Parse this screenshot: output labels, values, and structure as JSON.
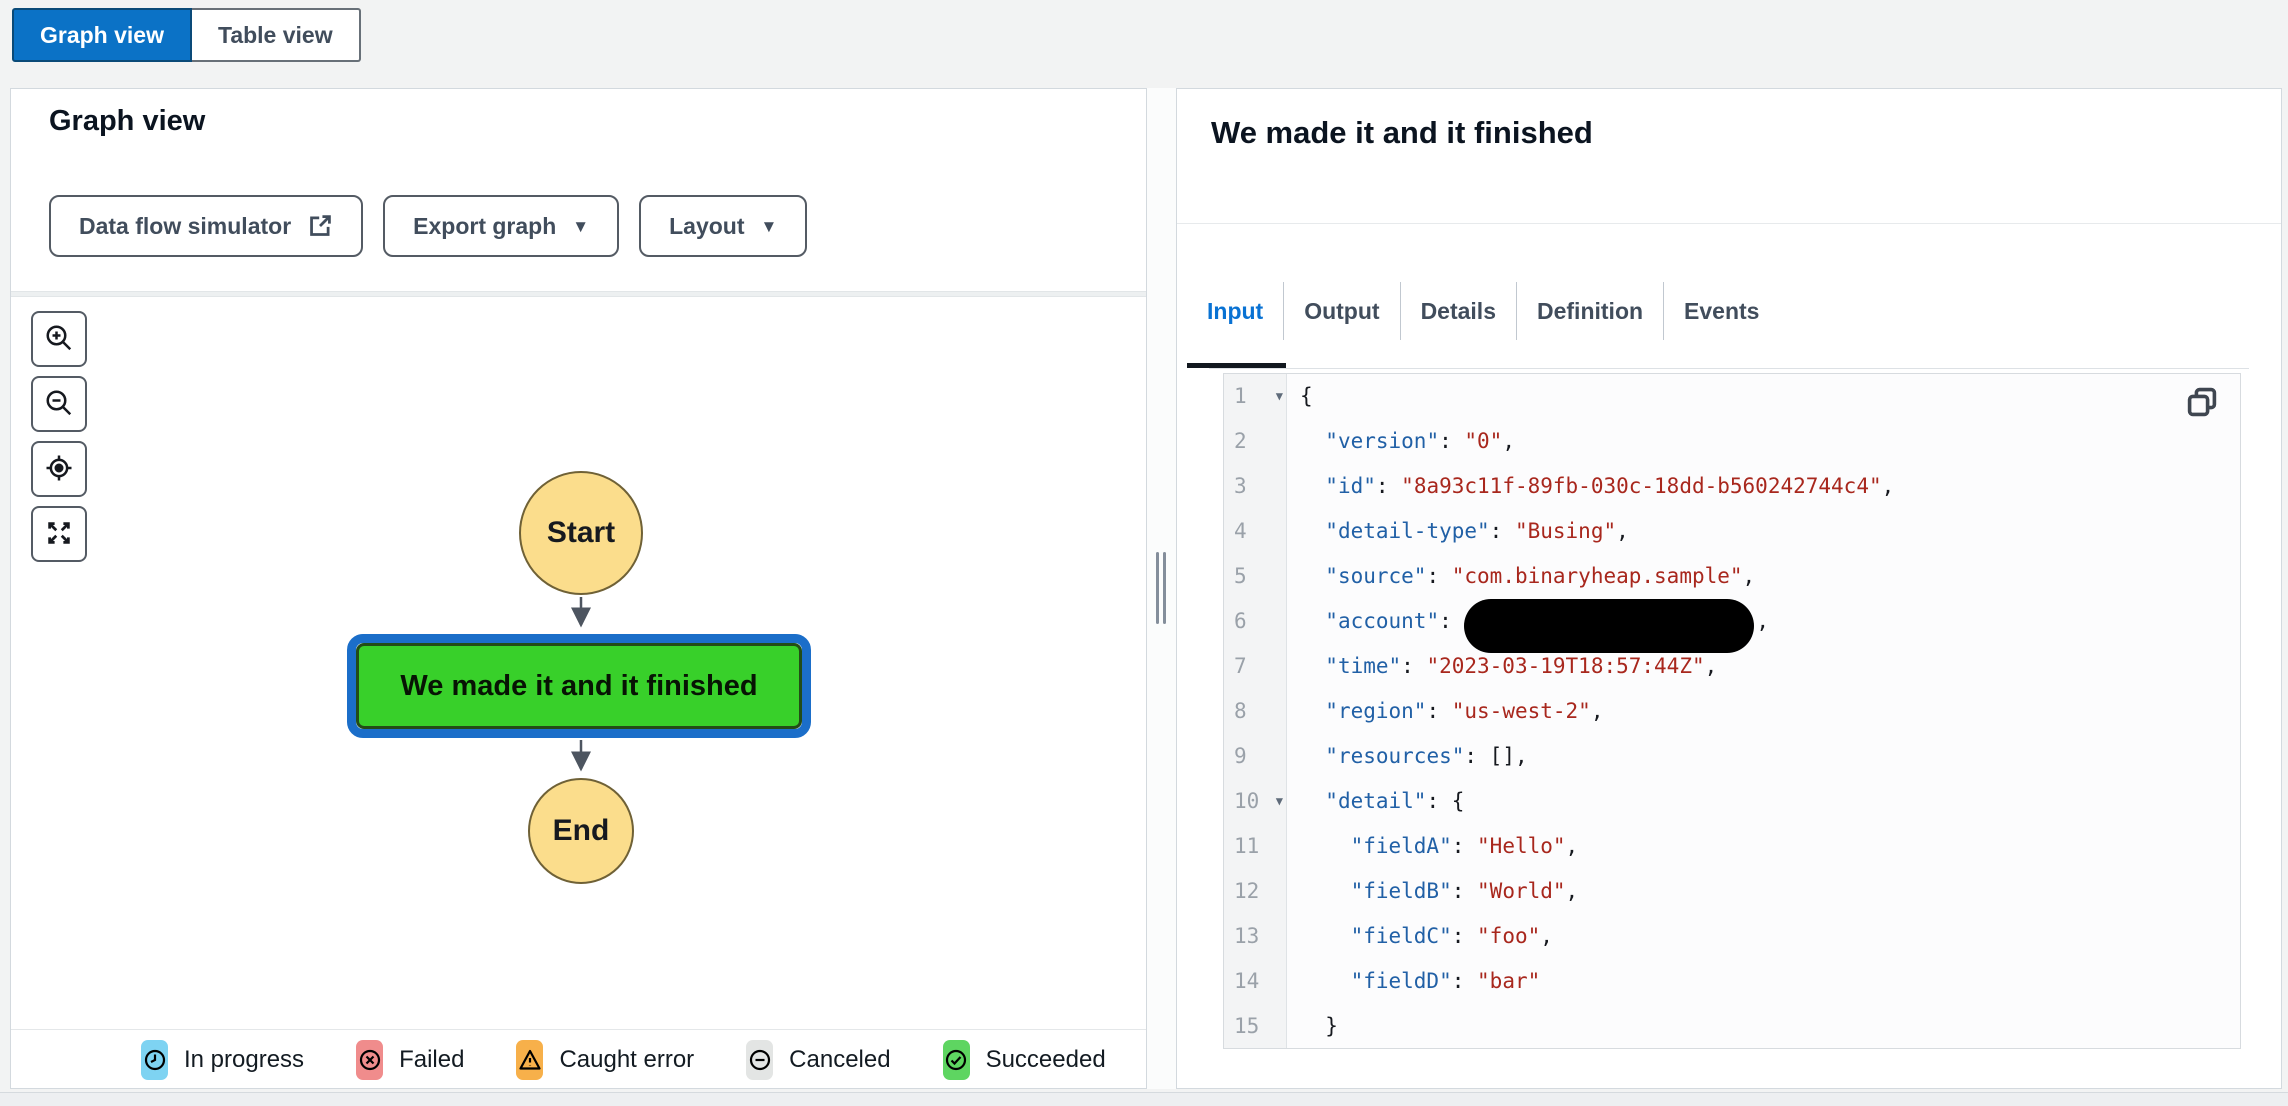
{
  "view_toggle": {
    "graph_label": "Graph view",
    "table_label": "Table view"
  },
  "graph_panel": {
    "title": "Graph view",
    "toolbar": {
      "simulator_label": "Data flow simulator",
      "simulator_icon": "external-link-icon",
      "export_label": "Export graph",
      "layout_label": "Layout",
      "dropdown_icon": "caret-down-icon"
    },
    "zoom_controls": [
      "zoom-in-icon",
      "zoom-out-icon",
      "center-icon",
      "fit-view-icon"
    ],
    "nodes": {
      "start_label": "Start",
      "state_label": "We made it and it finished",
      "state_status": "succeeded-selected",
      "end_label": "End"
    },
    "legend": [
      {
        "label": "In progress",
        "color": "#7ed3f2",
        "icon": "clock-icon"
      },
      {
        "label": "Failed",
        "color": "#f08c8c",
        "icon": "error-x-icon"
      },
      {
        "label": "Caught error",
        "color": "#f7b04a",
        "icon": "warning-triangle-icon"
      },
      {
        "label": "Canceled",
        "color": "#e3e5e4",
        "icon": "minus-circle-icon"
      },
      {
        "label": "Succeeded",
        "color": "#5ed561",
        "icon": "check-circle-icon"
      }
    ]
  },
  "details_panel": {
    "title": "We made it and it finished",
    "tabs": [
      {
        "label": "Input",
        "active": true
      },
      {
        "label": "Output",
        "active": false
      },
      {
        "label": "Details",
        "active": false
      },
      {
        "label": "Definition",
        "active": false
      },
      {
        "label": "Events",
        "active": false
      }
    ],
    "code": {
      "copy_icon": "copy-icon",
      "lines": [
        {
          "n": "1",
          "caret": true,
          "seg": [
            [
              "p",
              "{"
            ]
          ]
        },
        {
          "n": "2",
          "seg": [
            [
              "p",
              "  "
            ],
            [
              "k",
              "\"version\""
            ],
            [
              "p",
              ": "
            ],
            [
              "v",
              "\"0\""
            ],
            [
              "p",
              ","
            ]
          ]
        },
        {
          "n": "3",
          "seg": [
            [
              "p",
              "  "
            ],
            [
              "k",
              "\"id\""
            ],
            [
              "p",
              ": "
            ],
            [
              "v",
              "\"8a93c11f-89fb-030c-18dd-b560242744c4\""
            ],
            [
              "p",
              ","
            ]
          ]
        },
        {
          "n": "4",
          "seg": [
            [
              "p",
              "  "
            ],
            [
              "k",
              "\"detail-type\""
            ],
            [
              "p",
              ": "
            ],
            [
              "v",
              "\"Busing\""
            ],
            [
              "p",
              ","
            ]
          ]
        },
        {
          "n": "5",
          "seg": [
            [
              "p",
              "  "
            ],
            [
              "k",
              "\"source\""
            ],
            [
              "p",
              ": "
            ],
            [
              "v",
              "\"com.binaryheap.sample\""
            ],
            [
              "p",
              ","
            ]
          ]
        },
        {
          "n": "6",
          "seg": [
            [
              "p",
              "  "
            ],
            [
              "k",
              "\"account\""
            ],
            [
              "p",
              ": "
            ],
            [
              "r",
              ""
            ],
            [
              "p",
              ","
            ]
          ]
        },
        {
          "n": "7",
          "seg": [
            [
              "p",
              "  "
            ],
            [
              "k",
              "\"time\""
            ],
            [
              "p",
              ": "
            ],
            [
              "v",
              "\"2023-03-19T18:57:44Z\""
            ],
            [
              "p",
              ","
            ]
          ]
        },
        {
          "n": "8",
          "seg": [
            [
              "p",
              "  "
            ],
            [
              "k",
              "\"region\""
            ],
            [
              "p",
              ": "
            ],
            [
              "v",
              "\"us-west-2\""
            ],
            [
              "p",
              ","
            ]
          ]
        },
        {
          "n": "9",
          "seg": [
            [
              "p",
              "  "
            ],
            [
              "k",
              "\"resources\""
            ],
            [
              "p",
              ": "
            ],
            [
              "p",
              "[],"
            ]
          ]
        },
        {
          "n": "10",
          "caret": true,
          "seg": [
            [
              "p",
              "  "
            ],
            [
              "k",
              "\"detail\""
            ],
            [
              "p",
              ": "
            ],
            [
              "p",
              "{"
            ]
          ]
        },
        {
          "n": "11",
          "seg": [
            [
              "p",
              "    "
            ],
            [
              "k",
              "\"fieldA\""
            ],
            [
              "p",
              ": "
            ],
            [
              "v",
              "\"Hello\""
            ],
            [
              "p",
              ","
            ]
          ]
        },
        {
          "n": "12",
          "seg": [
            [
              "p",
              "    "
            ],
            [
              "k",
              "\"fieldB\""
            ],
            [
              "p",
              ": "
            ],
            [
              "v",
              "\"World\""
            ],
            [
              "p",
              ","
            ]
          ]
        },
        {
          "n": "13",
          "seg": [
            [
              "p",
              "    "
            ],
            [
              "k",
              "\"fieldC\""
            ],
            [
              "p",
              ": "
            ],
            [
              "v",
              "\"foo\""
            ],
            [
              "p",
              ","
            ]
          ]
        },
        {
          "n": "14",
          "seg": [
            [
              "p",
              "    "
            ],
            [
              "k",
              "\"fieldD\""
            ],
            [
              "p",
              ": "
            ],
            [
              "v",
              "\"bar\""
            ]
          ]
        },
        {
          "n": "15",
          "seg": [
            [
              "p",
              "  }"
            ]
          ]
        }
      ]
    }
  },
  "colors": {
    "accent_blue": "#0b72c6",
    "tab_active_blue": "#0972d3",
    "node_yellow": "#fbdd8c",
    "node_green": "#38d02a",
    "selection_ring_blue": "#1b6ec9",
    "code_key_blue": "#2160a6",
    "code_value_red": "#a8271d"
  }
}
